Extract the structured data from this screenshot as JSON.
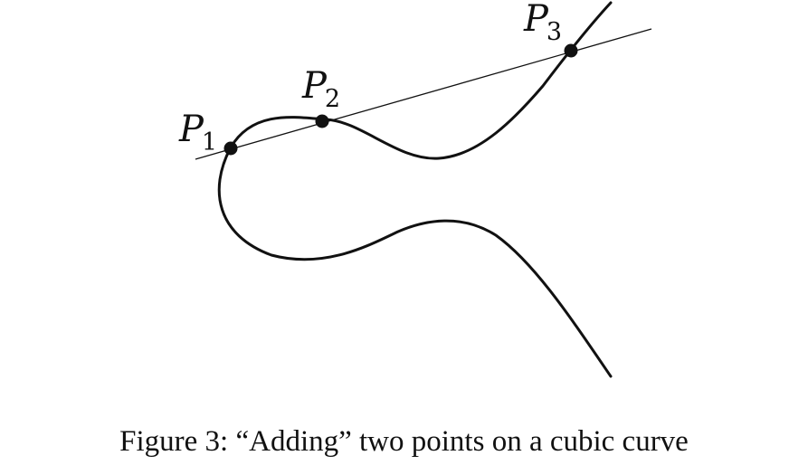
{
  "figure": {
    "points": [
      {
        "id": "P1",
        "letter": "P",
        "subscript": "1"
      },
      {
        "id": "P2",
        "letter": "P",
        "subscript": "2"
      },
      {
        "id": "P3",
        "letter": "P",
        "subscript": "3"
      }
    ],
    "caption": "Figure 3: “Adding” two points on a cubic curve"
  },
  "colors": {
    "ink": "#111111",
    "background": "#ffffff"
  }
}
